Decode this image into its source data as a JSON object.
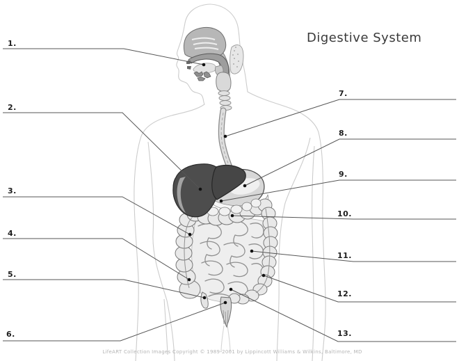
{
  "title": "Digestive System",
  "diagram": {
    "type": "label-the-parts worksheet",
    "subject": "human digestive system",
    "blank_count": 13
  },
  "labels": [
    {
      "number": "1."
    },
    {
      "number": "2."
    },
    {
      "number": "3."
    },
    {
      "number": "4."
    },
    {
      "number": "5."
    },
    {
      "number": "6."
    },
    {
      "number": "7."
    },
    {
      "number": "8."
    },
    {
      "number": "9."
    },
    {
      "number": "10."
    },
    {
      "number": "11."
    },
    {
      "number": "12."
    },
    {
      "number": "13."
    }
  ],
  "footer": {
    "copyright": "LifeART Collection Images Copyright © 1989-2001 by Lippincott Williams & Wilkins, Baltimore, MD"
  },
  "colors": {
    "background": "#ffffff",
    "liver_dark": "#4d4d4d",
    "organ_light": "#e9e9e9",
    "organ_outline": "#777777",
    "body_outline": "#cccccc",
    "leader_line": "#555555",
    "label_text": "#1c1c1c",
    "title_text": "#3a3a3a",
    "copyright_text": "#b4b4b4"
  }
}
